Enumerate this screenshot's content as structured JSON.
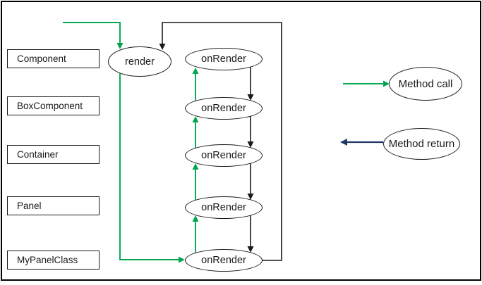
{
  "colors": {
    "method_call_green": "#00A651",
    "method_return_navy": "#1F3864",
    "line_black": "#1a1a1a"
  },
  "classes": {
    "items": [
      {
        "label": "Component"
      },
      {
        "label": "BoxComponent"
      },
      {
        "label": "Container"
      },
      {
        "label": "Panel"
      },
      {
        "label": "MyPanelClass"
      }
    ]
  },
  "nodes": {
    "render": {
      "label": "render"
    },
    "on_render": [
      {
        "label": "onRender"
      },
      {
        "label": "onRender"
      },
      {
        "label": "onRender"
      },
      {
        "label": "onRender"
      },
      {
        "label": "onRender"
      }
    ]
  },
  "legend": {
    "call": {
      "label": "Method call"
    },
    "ret": {
      "label": "Method return"
    }
  }
}
